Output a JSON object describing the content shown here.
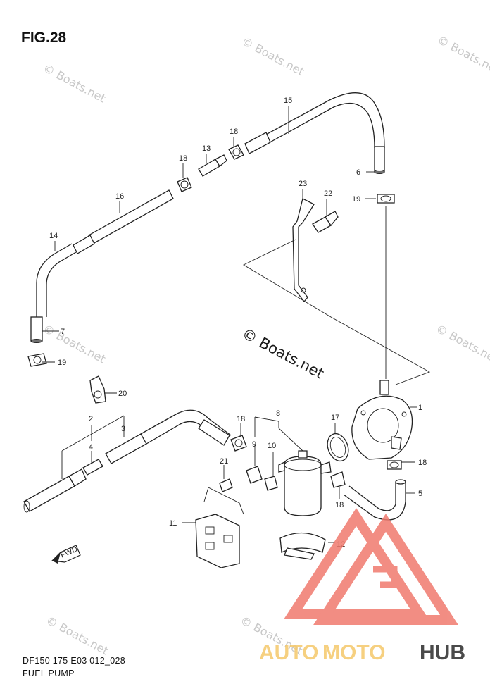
{
  "figure": {
    "title": "FIG.28"
  },
  "footer": {
    "code": "DF150 175 E03 012_028",
    "name": "FUEL PUMP"
  },
  "watermark": {
    "text": "© Boats.net"
  },
  "logo": {
    "text_auto": "AUTO",
    "text_moto": "MOTO",
    "text_hub": "HUB"
  },
  "fwd_label": "FWD",
  "callouts": [
    {
      "id": "1",
      "label": "1"
    },
    {
      "id": "2",
      "label": "2"
    },
    {
      "id": "3",
      "label": "3"
    },
    {
      "id": "4",
      "label": "4"
    },
    {
      "id": "5",
      "label": "5"
    },
    {
      "id": "6",
      "label": "6"
    },
    {
      "id": "7",
      "label": "7"
    },
    {
      "id": "8",
      "label": "8"
    },
    {
      "id": "9",
      "label": "9"
    },
    {
      "id": "10",
      "label": "10"
    },
    {
      "id": "11",
      "label": "11"
    },
    {
      "id": "12",
      "label": "12"
    },
    {
      "id": "13",
      "label": "13"
    },
    {
      "id": "14",
      "label": "14"
    },
    {
      "id": "15",
      "label": "15"
    },
    {
      "id": "16",
      "label": "16"
    },
    {
      "id": "17",
      "label": "17"
    },
    {
      "id": "18a",
      "label": "18"
    },
    {
      "id": "18b",
      "label": "18"
    },
    {
      "id": "18c",
      "label": "18"
    },
    {
      "id": "18d",
      "label": "18"
    },
    {
      "id": "18e",
      "label": "18"
    },
    {
      "id": "19a",
      "label": "19"
    },
    {
      "id": "19b",
      "label": "19"
    },
    {
      "id": "20",
      "label": "20"
    },
    {
      "id": "21",
      "label": "21"
    },
    {
      "id": "22",
      "label": "22"
    },
    {
      "id": "23",
      "label": "23"
    }
  ]
}
